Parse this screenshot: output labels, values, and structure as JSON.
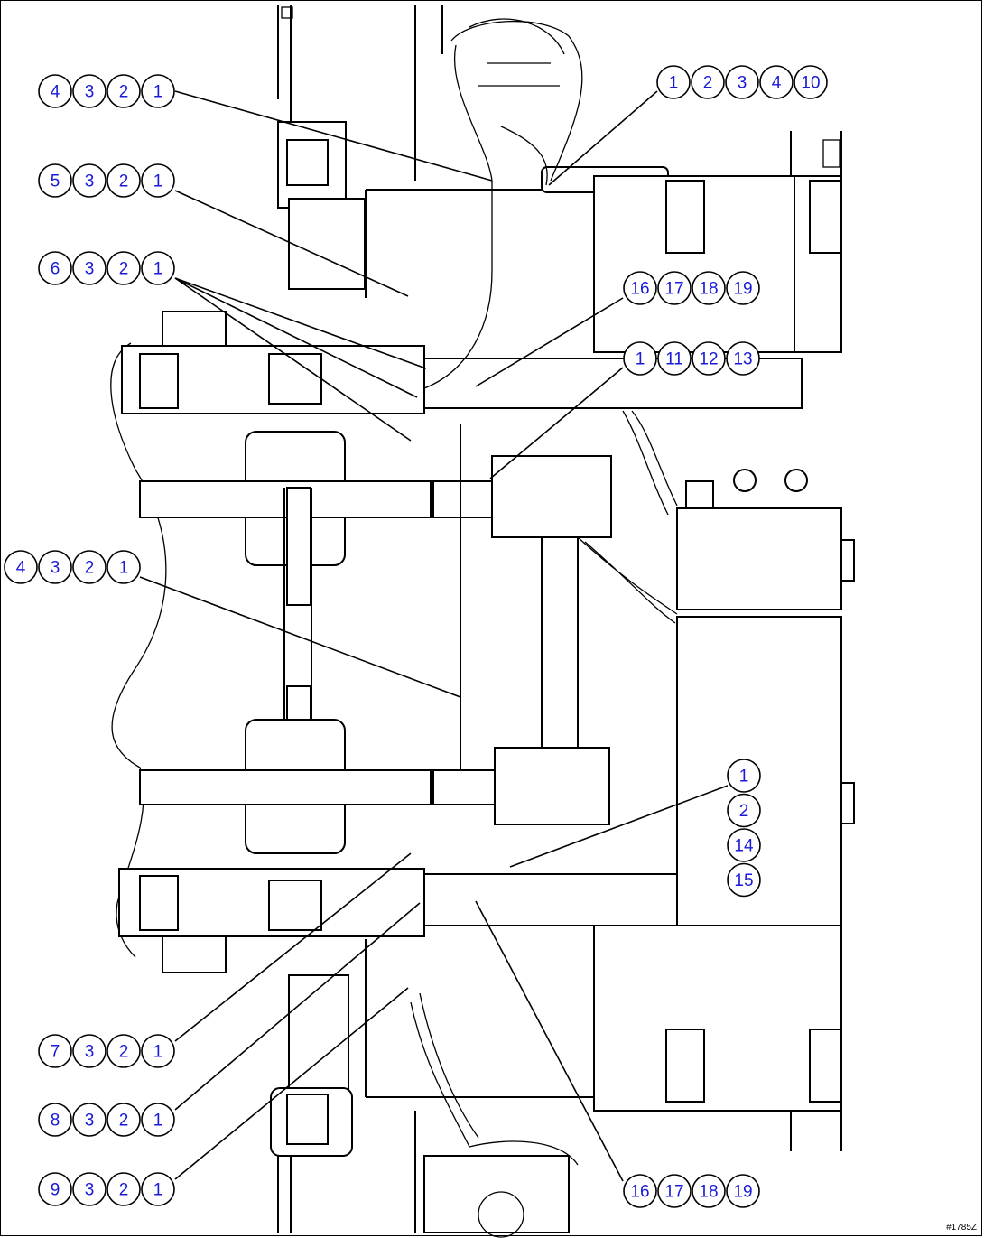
{
  "figure_id": "#1785Z",
  "callouts": [
    {
      "id": "c1",
      "labels": [
        "4",
        "3",
        "2",
        "1"
      ]
    },
    {
      "id": "c2",
      "labels": [
        "1",
        "2",
        "3",
        "4",
        "10"
      ]
    },
    {
      "id": "c3",
      "labels": [
        "5",
        "3",
        "2",
        "1"
      ]
    },
    {
      "id": "c4",
      "labels": [
        "6",
        "3",
        "2",
        "1"
      ]
    },
    {
      "id": "c5",
      "labels": [
        "16",
        "17",
        "18",
        "19"
      ]
    },
    {
      "id": "c6",
      "labels": [
        "1",
        "11",
        "12",
        "13"
      ]
    },
    {
      "id": "c7",
      "labels": [
        "4",
        "3",
        "2",
        "1"
      ]
    },
    {
      "id": "c8",
      "labels": [
        "1",
        "2",
        "14",
        "15"
      ]
    },
    {
      "id": "c9",
      "labels": [
        "7",
        "3",
        "2",
        "1"
      ]
    },
    {
      "id": "c10",
      "labels": [
        "8",
        "3",
        "2",
        "1"
      ]
    },
    {
      "id": "c11",
      "labels": [
        "9",
        "3",
        "2",
        "1"
      ]
    },
    {
      "id": "c12",
      "labels": [
        "16",
        "17",
        "18",
        "19"
      ]
    }
  ]
}
